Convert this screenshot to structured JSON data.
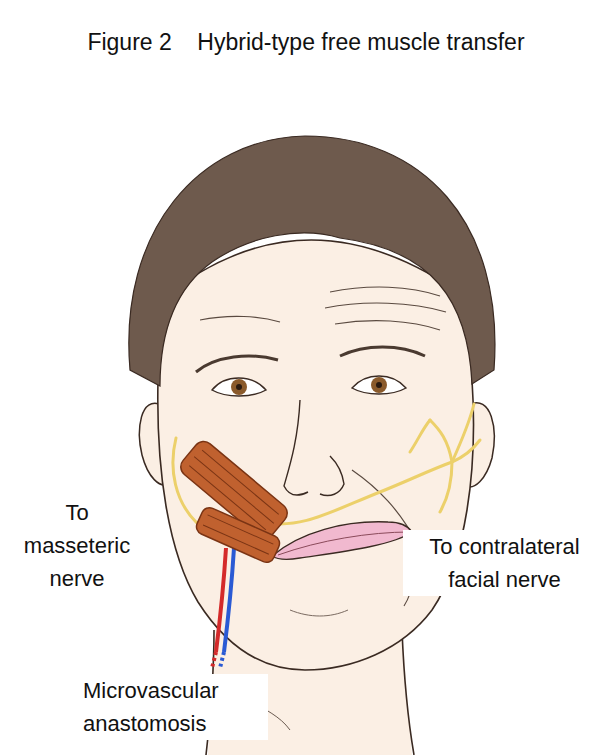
{
  "diagram": {
    "title": "Figure 2    Hybrid-type free muscle transfer",
    "labels": [
      "To masseteric nerve",
      "To contralateral facial nerve",
      "Microvascular anastomosis"
    ]
  }
}
